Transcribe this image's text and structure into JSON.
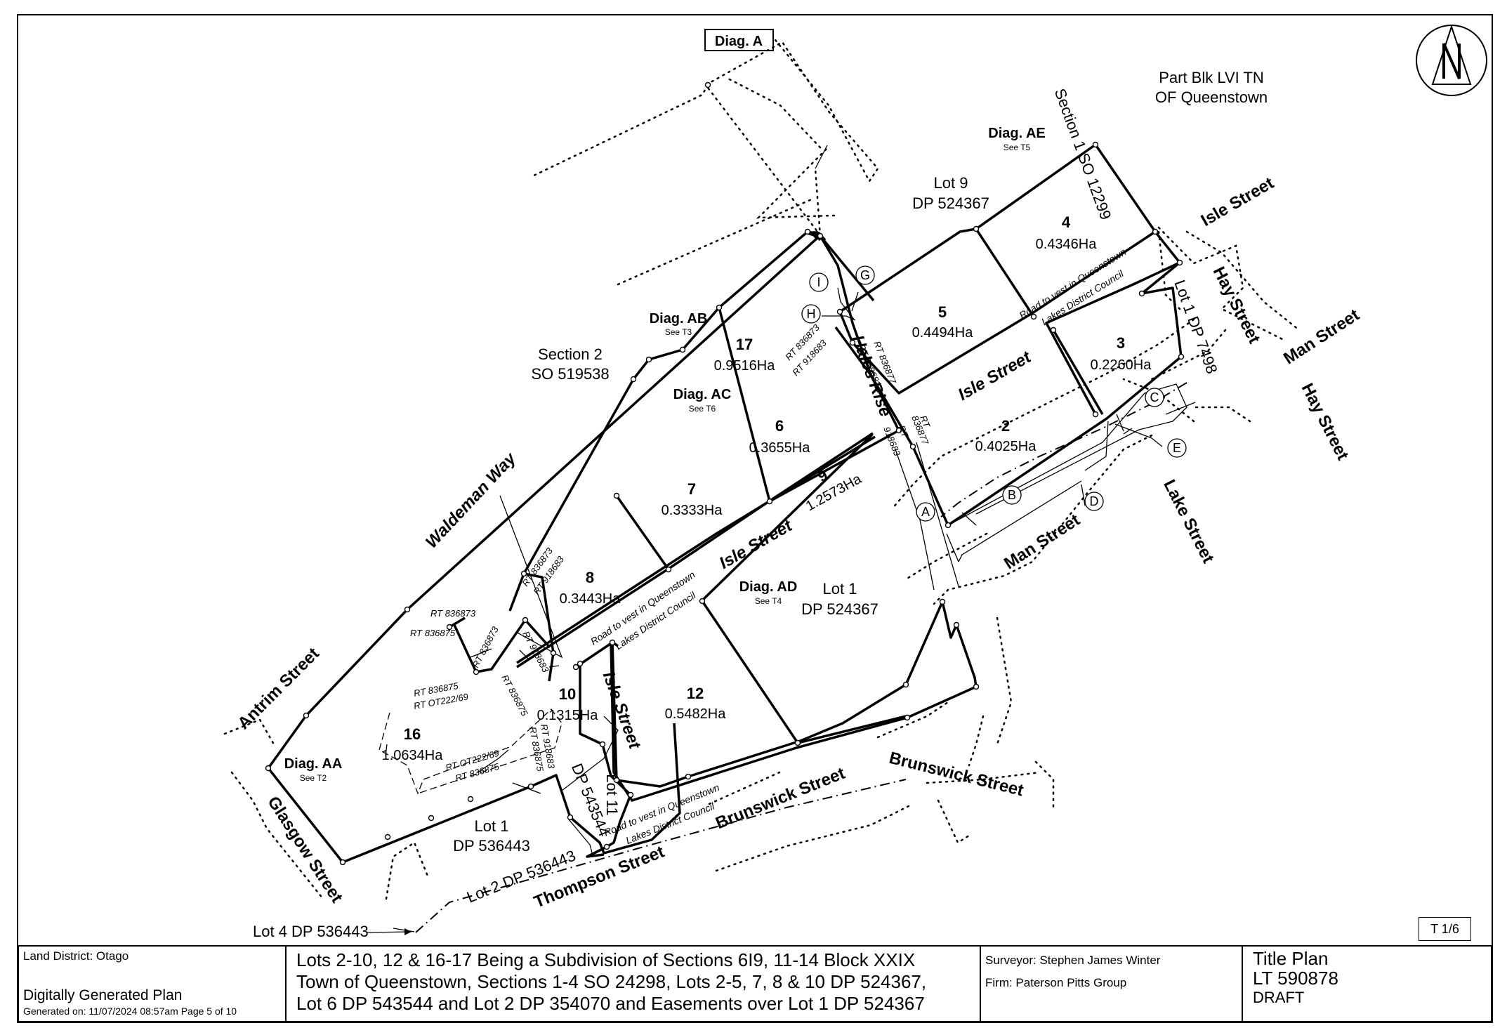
{
  "plan": {
    "diagram_label": "Diag. A",
    "north_symbol": "north-arrow-icon",
    "lots": [
      {
        "num": "4",
        "area": "0.4346Ha"
      },
      {
        "num": "5",
        "area": "0.4494Ha"
      },
      {
        "num": "3",
        "area": "0.2260Ha"
      },
      {
        "num": "2",
        "area": "0.4025Ha"
      },
      {
        "num": "6",
        "area": "0.3655Ha"
      },
      {
        "num": "17",
        "area": "0.9516Ha"
      },
      {
        "num": "7",
        "area": "0.3333Ha"
      },
      {
        "num": "9",
        "area": "1.2573Ha"
      },
      {
        "num": "8",
        "area": "0.3443Ha"
      },
      {
        "num": "12",
        "area": "0.5482Ha"
      },
      {
        "num": "10",
        "area": "0.1315Ha"
      },
      {
        "num": "16",
        "area": "1.0634Ha"
      }
    ],
    "diagrams": [
      {
        "name": "Diag. AE",
        "see": "See T5"
      },
      {
        "name": "Diag. AB",
        "see": "See T3"
      },
      {
        "name": "Diag. AC",
        "see": "See T6"
      },
      {
        "name": "Diag. AD",
        "see": "See T4"
      },
      {
        "name": "Diag. AA",
        "see": "See T2"
      }
    ],
    "parcels": {
      "part_blk_line1": "Part Blk LVI TN",
      "part_blk_line2": "OF Queenstown",
      "section1": "Section 1 SO 12299",
      "lot9_line1": "Lot 9",
      "lot9_line2": "DP 524367",
      "section2_line1": "Section 2",
      "section2_line2": "SO 519538",
      "lot1_dp7498": "Lot 1 DP 7498",
      "lot1_524367_line1": "Lot 1",
      "lot1_524367_line2": "DP 524367",
      "lot1_536443_line1": "Lot 1",
      "lot1_536443_line2": "DP 536443",
      "lot11_line1": "Lot 11",
      "lot11_line2": "DP 543544",
      "lot2_536443": "Lot 2 DP 536443",
      "lot4_536443": "Lot 4 DP 536443"
    },
    "streets": {
      "isle_ne": "Isle Street",
      "hay_1": "Hay Street",
      "man_1": "Man Street",
      "hay_2": "Hay Street",
      "lake": "Lake Street",
      "man_2": "Man Street",
      "isle_mid": "Isle Street",
      "isle_main": "Isle Street",
      "hales_rise": "Hales Rise",
      "waldeman_way": "Waldeman Way",
      "isle_south": "Isle Street",
      "antrim": "Antrim Street",
      "glasgow": "Glasgow Street",
      "brunswick_1": "Brunswick Street",
      "brunswick_2": "Brunswick Street",
      "thompson": "Thompson Street"
    },
    "road_vest": {
      "ne_line1": "Road to vest in Queenstown",
      "ne_line2": "Lakes District Council",
      "mid_line1": "Road to vest in Queenstown",
      "mid_line2": "Lakes District Council",
      "s_line1": "Road to vest in Queenstown",
      "s_line2": "Lakes District Council"
    },
    "rt_labels": {
      "r1": "RT 836877",
      "r2": "RT 918683",
      "r3": "RT 836873",
      "r4": "RT 918683",
      "r5": "RT",
      "r6": "836877",
      "r7": "RT",
      "r8": "918683",
      "r9": "RT 836873",
      "r10": "RT 918683",
      "r11": "RT 836873",
      "r12": "RT 836875",
      "r13": "RT 836873",
      "r14": "RT 918683",
      "r15": "RT 836875",
      "r16": "RT 836875",
      "r17": "RT OT222/69",
      "r18": "RT OT222/69",
      "r19": "RT 836875",
      "r20": "RT 918683",
      "r21": "RT 836875"
    },
    "markers": [
      "A",
      "B",
      "C",
      "D",
      "E",
      "G",
      "H",
      "I"
    ],
    "sheet": "T 1/6"
  },
  "title_block": {
    "land_district": "Land District: Otago",
    "plan_type": "Digitally Generated Plan",
    "generated": "Generated on: 11/07/2024 08:57am Page 5 of 10",
    "description_line1": "Lots 2-10, 12 & 16-17 Being a Subdivision of Sections 6I9, 11-14 Block XXIX",
    "description_line2": "Town of Queenstown, Sections 1-4 SO 24298, Lots 2-5, 7, 8 & 10 DP 524367,",
    "description_line3": "Lot 6 DP 543544 and Lot 2 DP 354070 and Easements over Lot 1 DP 524367",
    "surveyor": "Surveyor: Stephen James Winter",
    "firm": "Firm: Paterson Pitts Group",
    "title": "Title Plan",
    "number": "LT 590878",
    "status": "DRAFT"
  }
}
